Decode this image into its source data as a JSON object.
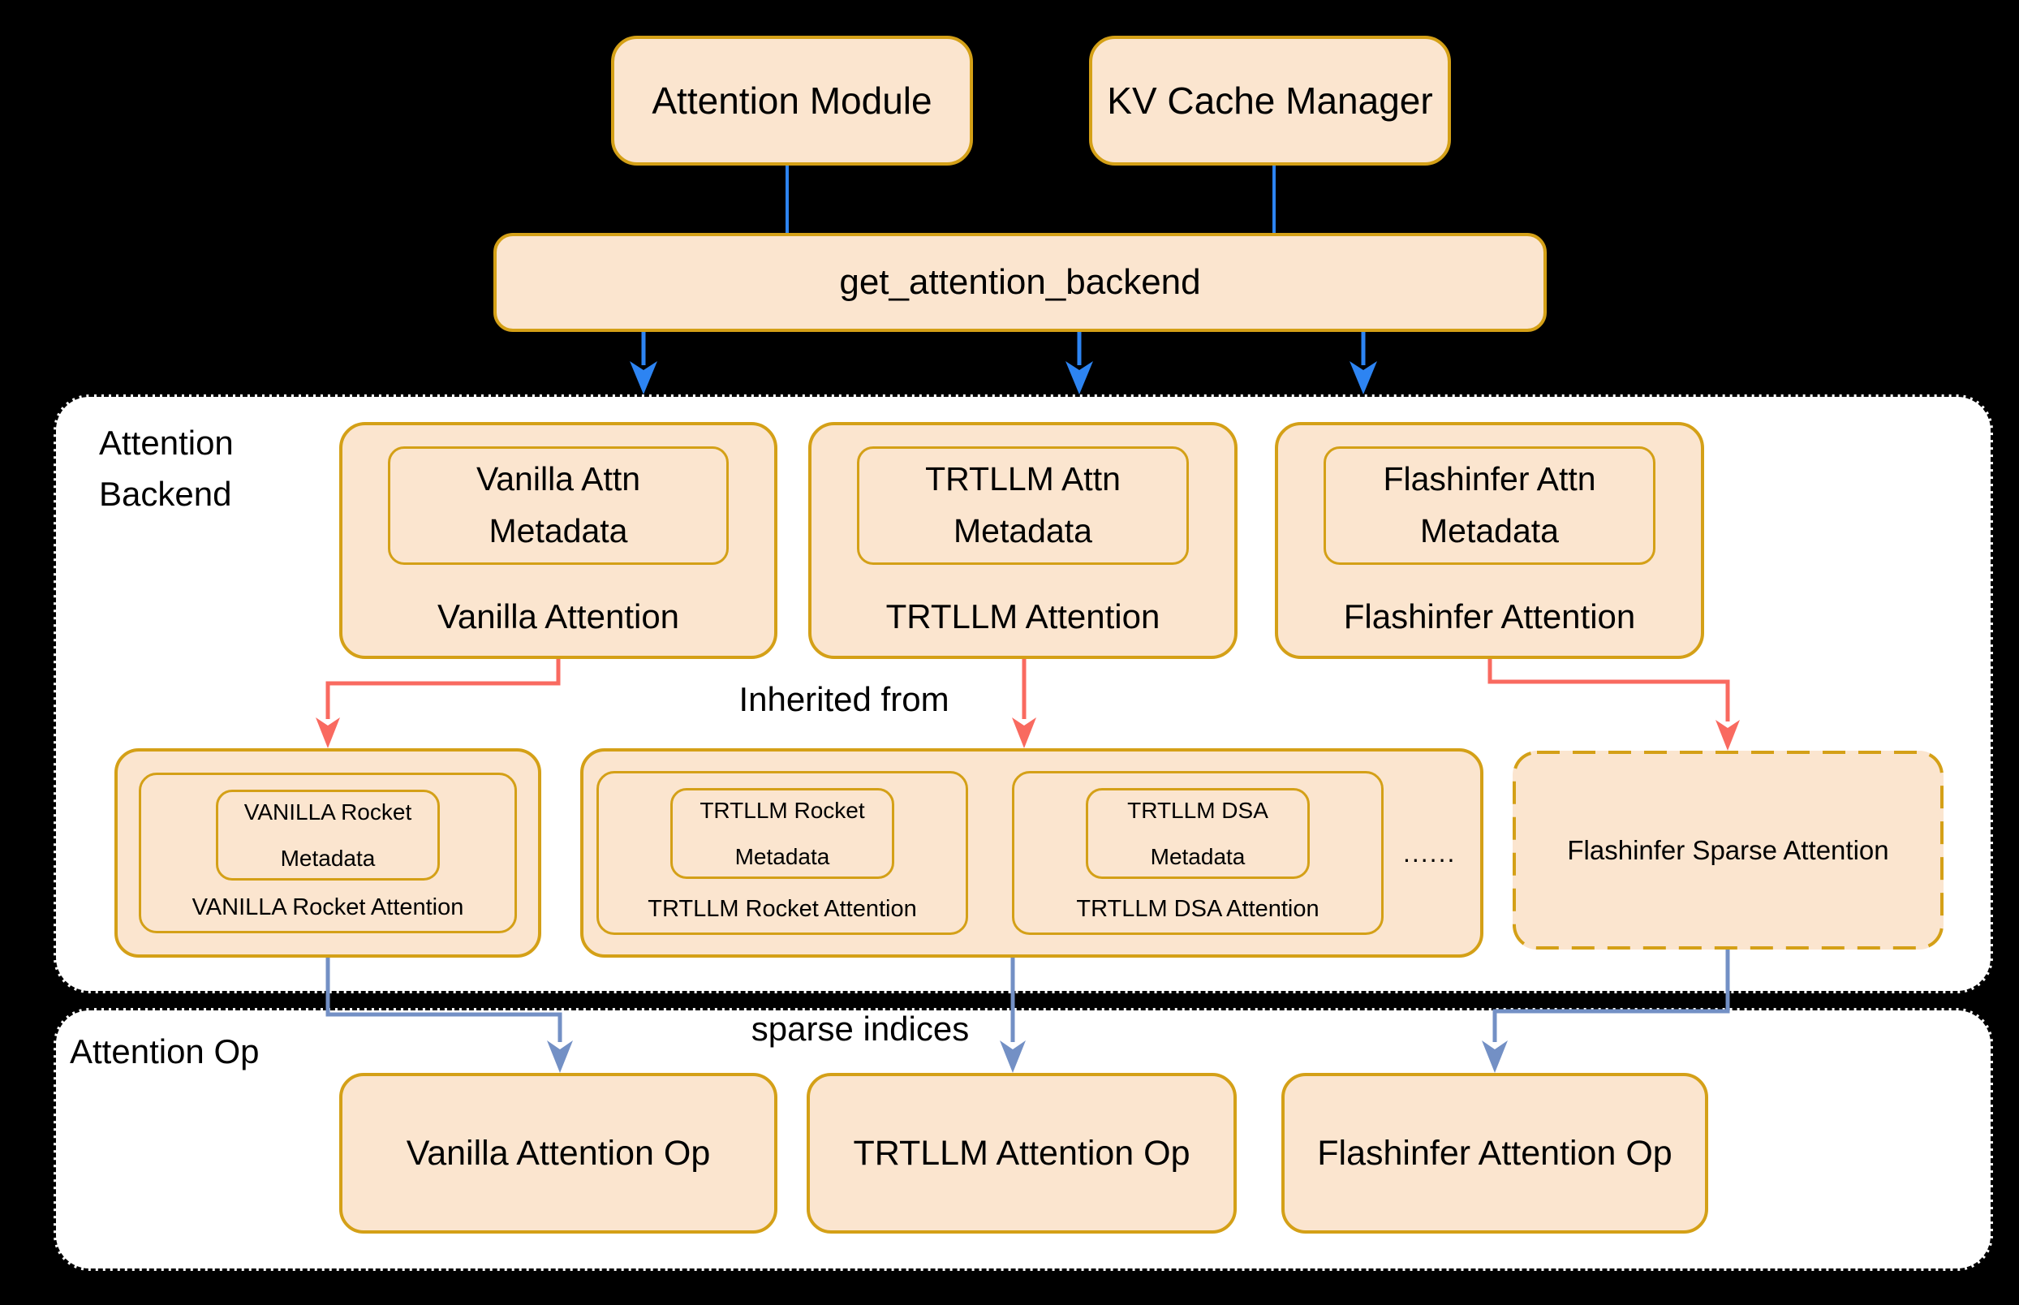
{
  "colors": {
    "background": "#000000",
    "region_fill": "#ffffff",
    "region_border": "#000000",
    "card_fill": "#fbe5cf",
    "card_border": "#d4a017",
    "arrow_blue": "#2d84f2",
    "arrow_red": "#f96a60",
    "arrow_steel": "#7390c5",
    "text": "#000000"
  },
  "top": {
    "attention_module": "Attention Module",
    "kv_cache_manager": "KV Cache Manager",
    "get_attention_backend": "get_attention_backend"
  },
  "backend_region": {
    "label": "Attention\nBackend",
    "inherited_label": "Inherited from",
    "cards": [
      {
        "metadata": "Vanilla Attn\nMetadata",
        "label": "Vanilla Attention"
      },
      {
        "metadata": "TRTLLM Attn\nMetadata",
        "label": "TRTLLM Attention"
      },
      {
        "metadata": "Flashinfer Attn\nMetadata",
        "label": "Flashinfer Attention"
      }
    ],
    "derived": {
      "vanilla_group": {
        "metadata": "VANILLA Rocket\nMetadata",
        "label": "VANILLA Rocket Attention"
      },
      "trtllm_group": {
        "items": [
          {
            "metadata": "TRTLLM Rocket\nMetadata",
            "label": "TRTLLM Rocket Attention"
          },
          {
            "metadata": "TRTLLM DSA\nMetadata",
            "label": "TRTLLM DSA Attention"
          }
        ],
        "ellipsis": "......"
      },
      "flashinfer_sparse_label": "Flashinfer Sparse Attention"
    }
  },
  "op_region": {
    "label": "Attention Op",
    "sparse_indices_label": "sparse indices",
    "cards": [
      "Vanilla Attention Op",
      "TRTLLM Attention Op",
      "Flashinfer Attention Op"
    ]
  }
}
